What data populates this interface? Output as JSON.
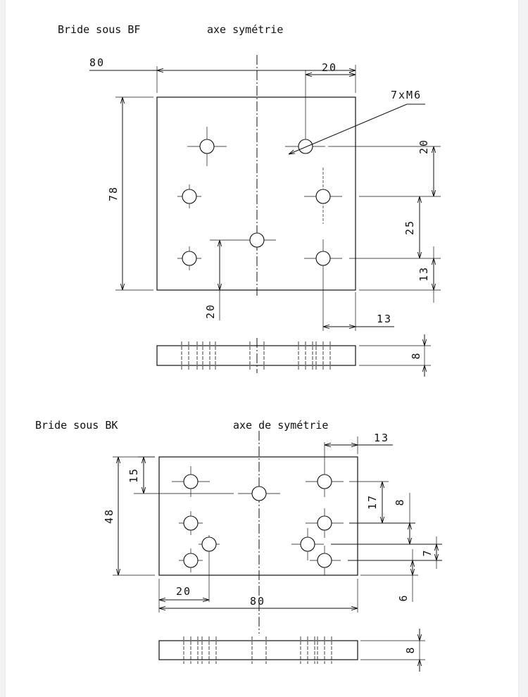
{
  "drawing1": {
    "title": "Bride sous BF",
    "axis_label": "axe symétrie",
    "dims": {
      "width": "80",
      "right_offset": "20",
      "thread": "7xM6",
      "height": "78",
      "right_top": "20",
      "right_mid": "25",
      "right_bottom": "13",
      "bottom_left": "20",
      "bottom_right": "13",
      "thickness": "8"
    }
  },
  "drawing2": {
    "title": "Bride sous BK",
    "axis_label": "axe de symétrie",
    "dims": {
      "top_right": "13",
      "left_top": "15",
      "height": "48",
      "right_17": "17",
      "right_8": "8",
      "right_7": "7",
      "right_6": "6",
      "bottom_20": "20",
      "width": "80",
      "thickness": "8"
    }
  }
}
